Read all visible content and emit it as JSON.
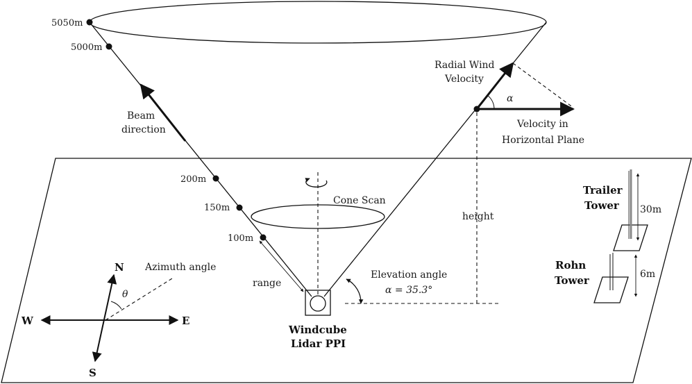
{
  "labels": {
    "range_5050": "5050m",
    "range_5000": "5000m",
    "range_200": "200m",
    "range_150": "150m",
    "range_100": "100m",
    "beam_line1": "Beam",
    "beam_line2": "direction",
    "radial_line1": "Radial Wind",
    "radial_line2": "Velocity",
    "alpha": "α",
    "vh_line1": "Velocity in",
    "vh_line2": "Horizontal Plane",
    "cone_scan": "Cone Scan",
    "height": "height",
    "range": "range",
    "elev_line1": "Elevation angle",
    "elev_line2": "α = 35.3°",
    "azimuth": "Azimuth angle",
    "theta": "θ",
    "north": "N",
    "south": "S",
    "east": "E",
    "west": "W",
    "lidar_line1": "Windcube",
    "lidar_line2": "Lidar PPI",
    "trailer_line1": "Trailer",
    "trailer_line2": "Tower",
    "trailer_height": "30m",
    "rohn_line1": "Rohn",
    "rohn_line2": "Tower",
    "rohn_height": "6m"
  }
}
